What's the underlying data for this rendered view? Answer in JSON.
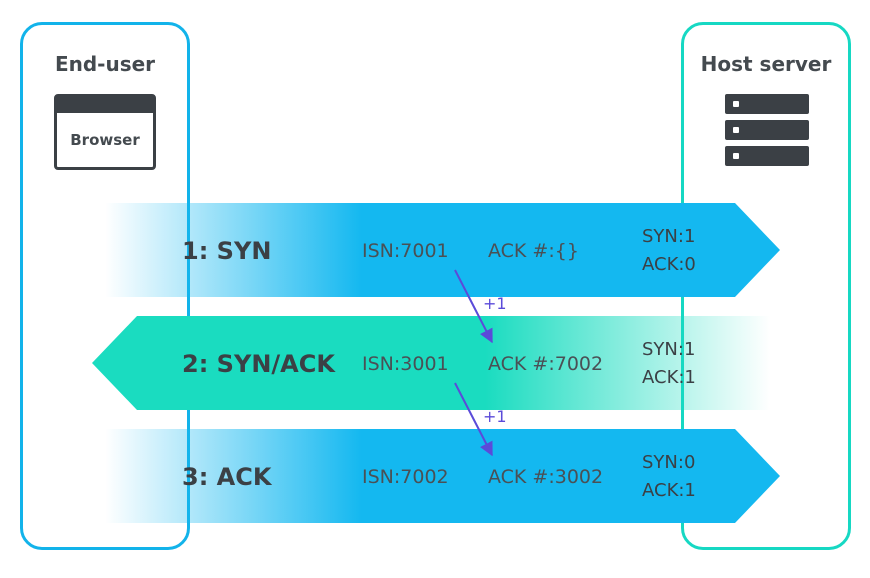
{
  "left_panel": {
    "title": "End-user",
    "browser_label": "Browser",
    "border_color": "#12b3ea"
  },
  "right_panel": {
    "title": "Host server",
    "border_color": "#16d8c3"
  },
  "icons": {
    "client": "browser-window-icon",
    "server": "server-rack-icon"
  },
  "steps": [
    {
      "label": "1: SYN",
      "isn": "ISN:7001",
      "ack_num": "ACK #:{}",
      "syn_flag": "SYN:1",
      "ack_flag": "ACK:0",
      "direction": "right",
      "color": "#14b8f0"
    },
    {
      "label": "2: SYN/ACK",
      "isn": "ISN:3001",
      "ack_num": "ACK #:7002",
      "syn_flag": "SYN:1",
      "ack_flag": "ACK:1",
      "direction": "left",
      "color": "#1adcc0"
    },
    {
      "label": "3: ACK",
      "isn": "ISN:7002",
      "ack_num": "ACK #:3002",
      "syn_flag": "SYN:0",
      "ack_flag": "ACK:1",
      "direction": "right",
      "color": "#14b8f0"
    }
  ],
  "increments": [
    "+1",
    "+1"
  ],
  "connector_color": "#5b4bd9"
}
